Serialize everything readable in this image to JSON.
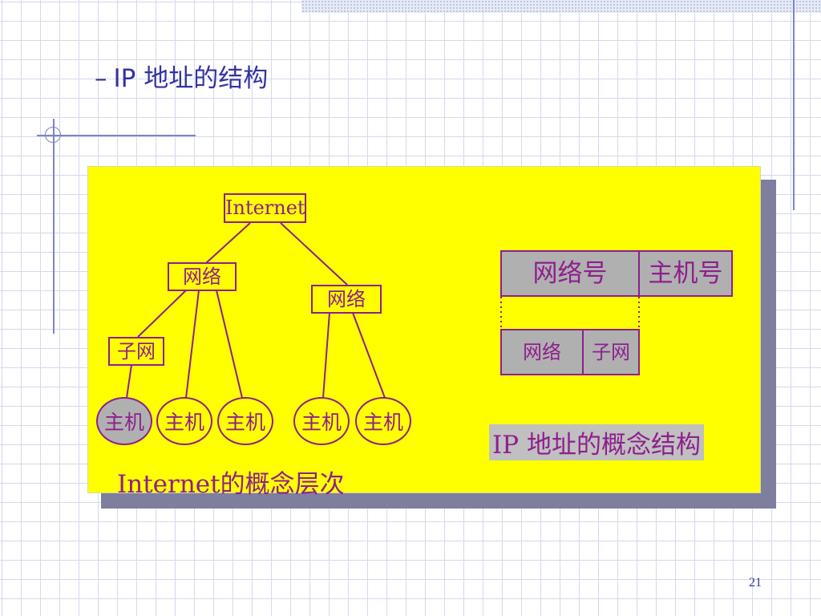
{
  "slide": {
    "bullet": "–",
    "title": "IP 地址的结构",
    "page_number": "21"
  },
  "tree": {
    "root": "Internet",
    "net_left": "网络",
    "net_right": "网络",
    "subnet": "子网",
    "hosts": [
      "主机",
      "主机",
      "主机",
      "主机",
      "主机"
    ],
    "caption": "Internet的概念层次"
  },
  "address": {
    "top_left": "网络号",
    "top_right": "主机号",
    "bottom_left": "网络",
    "bottom_right": "子网",
    "caption": "IP 地址的概念结构"
  },
  "colors": {
    "panel": "#ffff00",
    "node_border": "#8e1f8e",
    "gray_fill": "#b0b0b0",
    "title": "#3333a0",
    "shadow": "#7e7e9e"
  }
}
